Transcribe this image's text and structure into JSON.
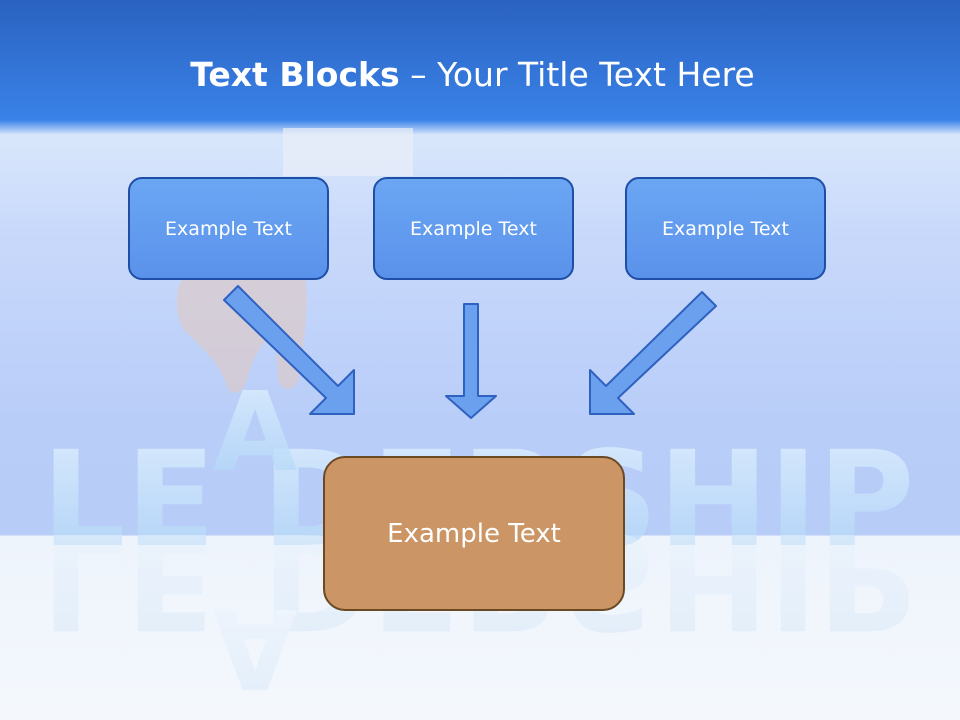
{
  "title": {
    "bold": "Text Blocks",
    "rest": " – Your Title Text Here"
  },
  "background_word": "LEADERSHIP",
  "boxes": {
    "top": [
      "Example Text",
      "Example Text",
      "Example Text"
    ],
    "center": "Example Text"
  },
  "colors": {
    "header_blue": "#2a62c0",
    "box_fill": "#5a92eb",
    "box_border": "#1f4ea6",
    "center_fill": "#cb9565",
    "center_border": "#6b4a23",
    "arrow_fill": "#6aa0ee"
  }
}
